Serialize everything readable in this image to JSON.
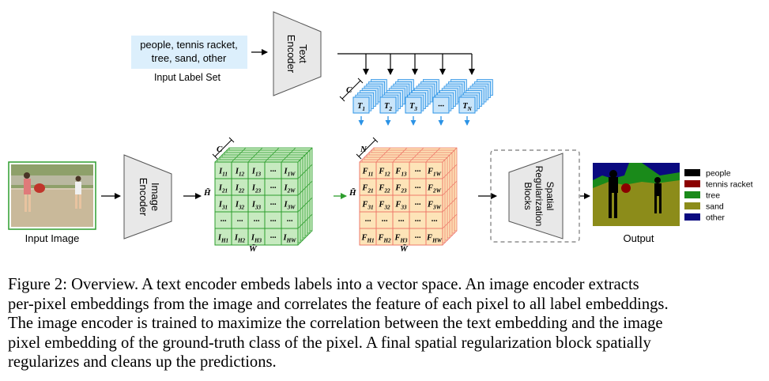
{
  "label_set": {
    "line1": "people, tennis racket,",
    "line2": "tree, sand, other",
    "caption": "Input Label Set"
  },
  "text_encoder": {
    "line1": "Text",
    "line2": "Encoder"
  },
  "image_encoder": {
    "line1": "Image",
    "line2": "Encoder"
  },
  "spatial_block": {
    "line1": "Spatial",
    "line2": "Regularization",
    "line3": "Blocks"
  },
  "input_image_label": "Input Image",
  "output_label": "Output",
  "text_embeddings": [
    "T1",
    "T2",
    "T3",
    "...",
    "TN"
  ],
  "image_grid": [
    [
      "I11",
      "I12",
      "I13",
      "...",
      "I1W"
    ],
    [
      "I21",
      "I22",
      "I23",
      "...",
      "I2W"
    ],
    [
      "I31",
      "I32",
      "I33",
      "...",
      "I3W"
    ],
    [
      "...",
      "...",
      "...",
      "...",
      "..."
    ],
    [
      "IH1",
      "IH2",
      "IH3",
      "...",
      "IHW"
    ]
  ],
  "feature_grid": [
    [
      "F11",
      "F12",
      "F13",
      "...",
      "F1W"
    ],
    [
      "F21",
      "F22",
      "F23",
      "...",
      "F2W"
    ],
    [
      "F31",
      "F32",
      "F33",
      "...",
      "F3W"
    ],
    [
      "...",
      "...",
      "...",
      "...",
      "..."
    ],
    [
      "FH1",
      "FH2",
      "FH3",
      "...",
      "FHW"
    ]
  ],
  "dims": {
    "c": "C",
    "n": "N",
    "h": "H̃",
    "w": "W̃"
  },
  "legend": [
    {
      "label": "people",
      "color": "#000000"
    },
    {
      "label": "tennis racket",
      "color": "#8b0000"
    },
    {
      "label": "tree",
      "color": "#1a8a1a"
    },
    {
      "label": "sand",
      "color": "#8c8c1a"
    },
    {
      "label": "other",
      "color": "#0a0a80"
    }
  ],
  "colors": {
    "text_blue": "#2b93e6",
    "text_face": "#c9e5fa",
    "image_green": "#2e9e2e",
    "image_face": "#c7eac0",
    "feature_red": "#ee7a6a",
    "feature_face": "#fde4b8",
    "encoder_gray": "#e8e8e8",
    "label_bg": "#dceffc"
  },
  "caption": [
    "Figure 2: Overview. A text encoder embeds labels into a vector space. An image encoder extracts",
    "per-pixel embeddings from the image and correlates the feature of each pixel to all label embeddings.",
    "The image encoder is trained to maximize the correlation between the text embedding and the image",
    "pixel embedding of the ground-truth class of the pixel. A final spatial regularization block spatially",
    "regularizes and cleans up the predictions."
  ]
}
